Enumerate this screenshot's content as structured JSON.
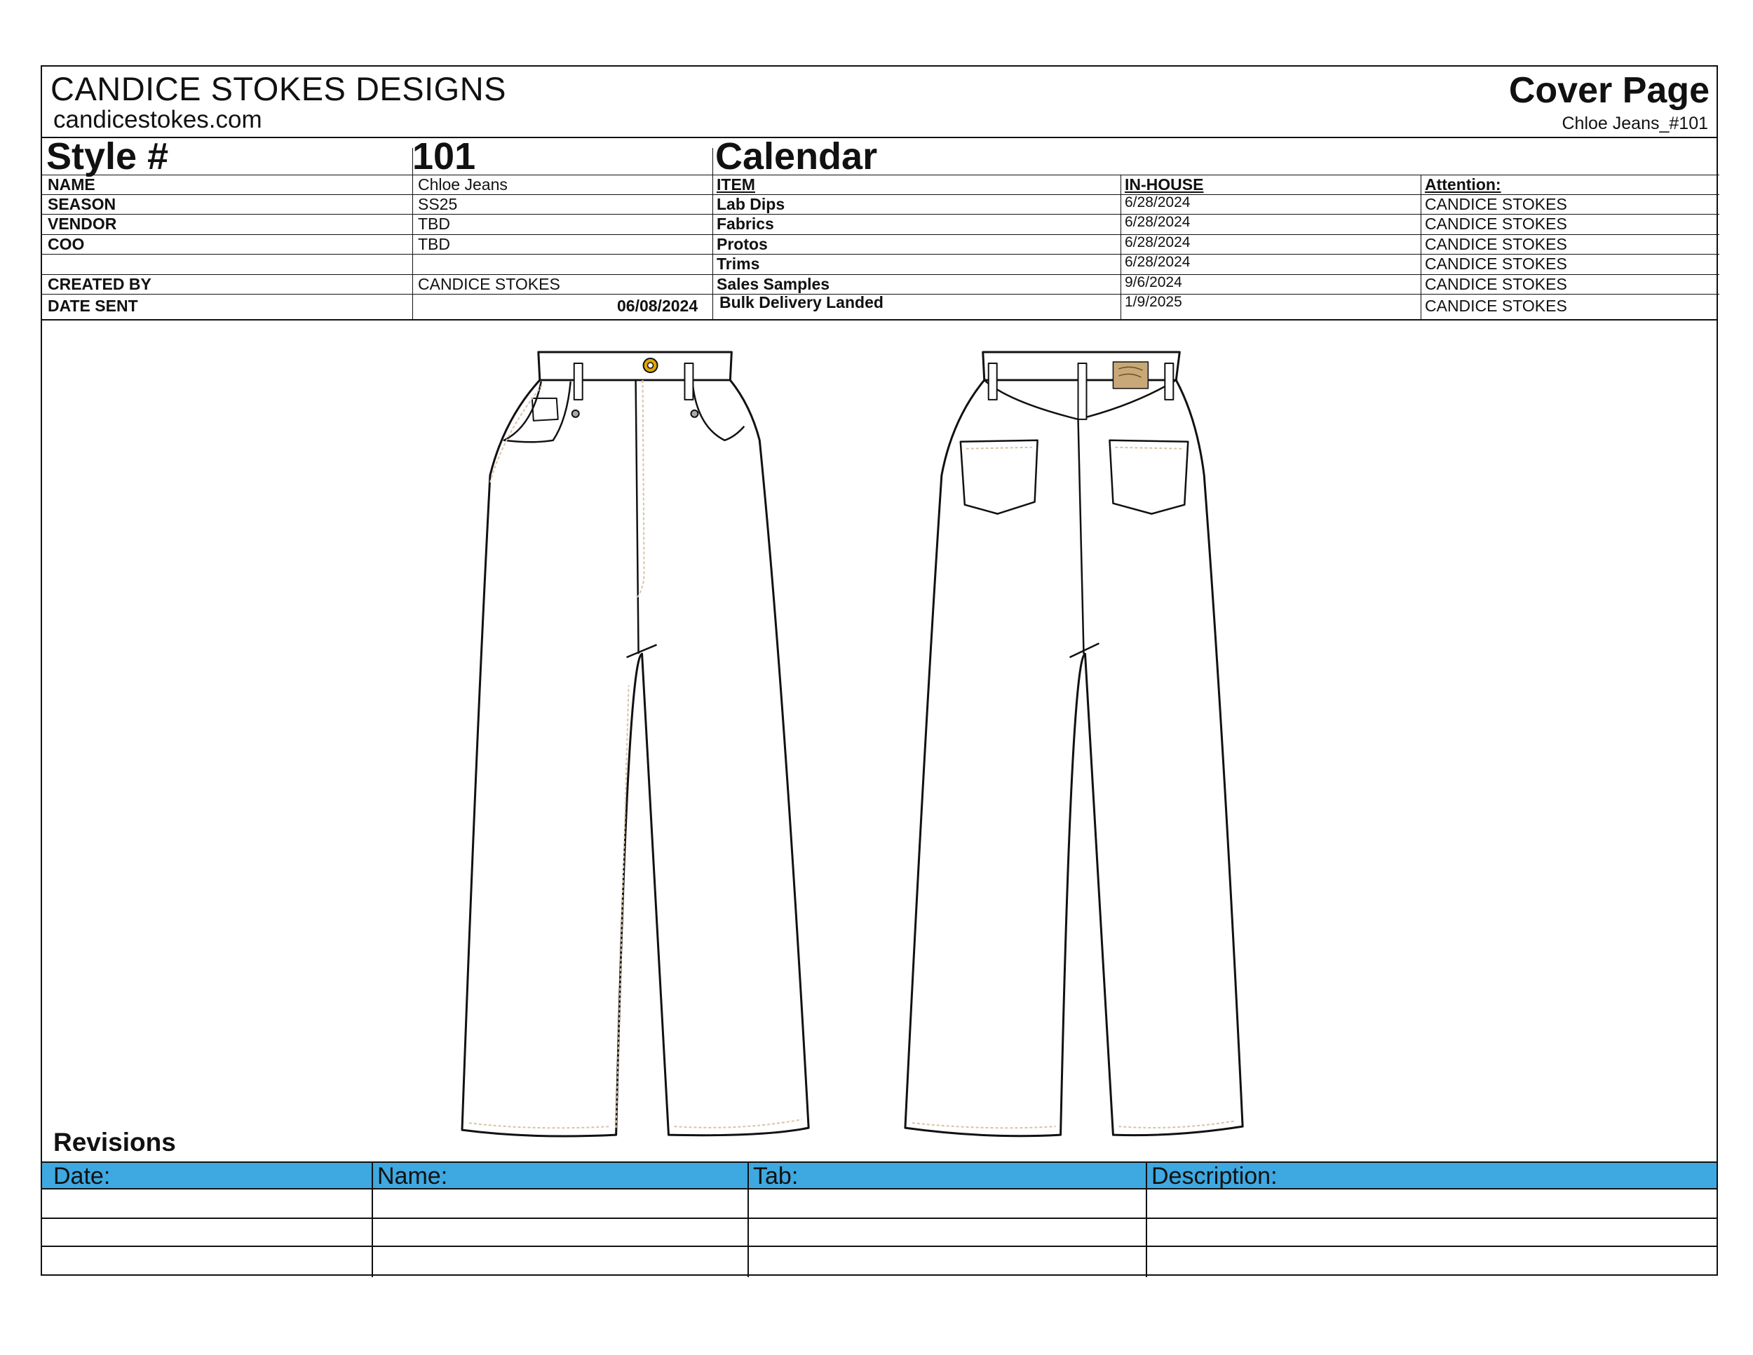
{
  "header": {
    "brand": "CANDICE STOKES DESIGNS",
    "website": "candicestokes.com",
    "page_title": "Cover Page",
    "page_subtitle": "Chloe Jeans_#101"
  },
  "style": {
    "label": "Style #",
    "number": "101",
    "fields": [
      {
        "label": "NAME",
        "value": "Chloe Jeans"
      },
      {
        "label": "SEASON",
        "value": "SS25"
      },
      {
        "label": "VENDOR",
        "value": "TBD"
      },
      {
        "label": "COO",
        "value": "TBD"
      },
      {
        "label": "",
        "value": ""
      },
      {
        "label": "CREATED BY",
        "value": "CANDICE STOKES"
      },
      {
        "label": "DATE SENT",
        "value": "06/08/2024"
      }
    ]
  },
  "calendar": {
    "title": "Calendar",
    "headers": {
      "item": "ITEM",
      "in_house": "IN-HOUSE",
      "attention": "Attention:"
    },
    "rows": [
      {
        "item": "Lab Dips",
        "date": "6/28/2024",
        "attention": "CANDICE STOKES"
      },
      {
        "item": "Fabrics",
        "date": "6/28/2024",
        "attention": "CANDICE STOKES"
      },
      {
        "item": "Protos",
        "date": "6/28/2024",
        "attention": "CANDICE STOKES"
      },
      {
        "item": "Trims",
        "date": "6/28/2024",
        "attention": "CANDICE STOKES"
      },
      {
        "item": "Sales Samples",
        "date": "9/6/2024",
        "attention": "CANDICE STOKES"
      },
      {
        "item": "Bulk Delivery Landed",
        "date": "1/9/2025",
        "attention": "CANDICE STOKES"
      }
    ]
  },
  "drawings": {
    "front_icon": "jeans-front-flat-sketch",
    "back_icon": "jeans-back-flat-sketch",
    "button_color": "#e0a600",
    "patch_color": "#c9a878",
    "stitch_color": "#d8c3a5"
  },
  "revisions": {
    "title": "Revisions",
    "columns": [
      "Date:",
      "Name:",
      "Tab:",
      "Description:"
    ],
    "rows": [
      [
        "",
        "",
        "",
        ""
      ],
      [
        "",
        "",
        "",
        ""
      ],
      [
        "",
        "",
        "",
        ""
      ]
    ],
    "header_color": "#3ea8e0"
  }
}
